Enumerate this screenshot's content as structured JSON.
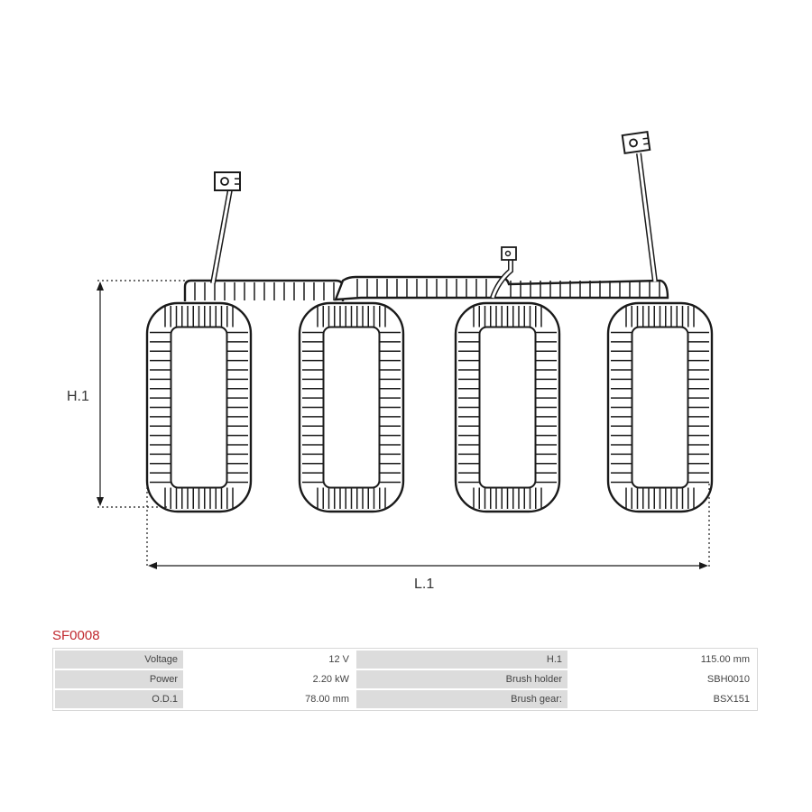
{
  "diagram": {
    "dimension_height_label": "H.1",
    "dimension_length_label": "L.1",
    "coil_count": 4,
    "terminal_count": 3
  },
  "product": {
    "code": "SF0008",
    "code_color": "#c0272d",
    "specs": [
      {
        "label": "Voltage",
        "value": "12 V",
        "label2": "H.1",
        "value2": "115.00 mm"
      },
      {
        "label": "Power",
        "value": "2.20 kW",
        "label2": "Brush holder",
        "value2": "SBH0010"
      },
      {
        "label": "O.D.1",
        "value": "78.00 mm",
        "label2": "Brush gear:",
        "value2": "BSX151"
      }
    ]
  }
}
